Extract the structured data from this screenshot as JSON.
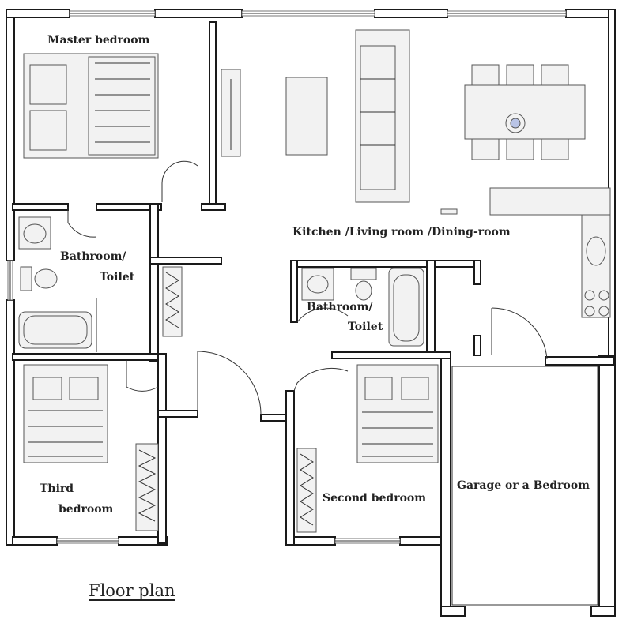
{
  "title": "Floor plan",
  "rooms": {
    "master_bedroom": "Master bedroom",
    "bathroom_left_line1": "Bathroom/",
    "bathroom_left_line2": "Toilet",
    "kitchen_living_dining": "Kitchen /Living room /Dining-room",
    "bathroom_center_line1": "Bathroom/",
    "bathroom_center_line2": "Toilet",
    "third_bedroom_line1": "Third",
    "third_bedroom_line2": "bedroom",
    "second_bedroom": "Second bedroom",
    "garage_or_bedroom": "Garage  or a  Bedroom"
  }
}
